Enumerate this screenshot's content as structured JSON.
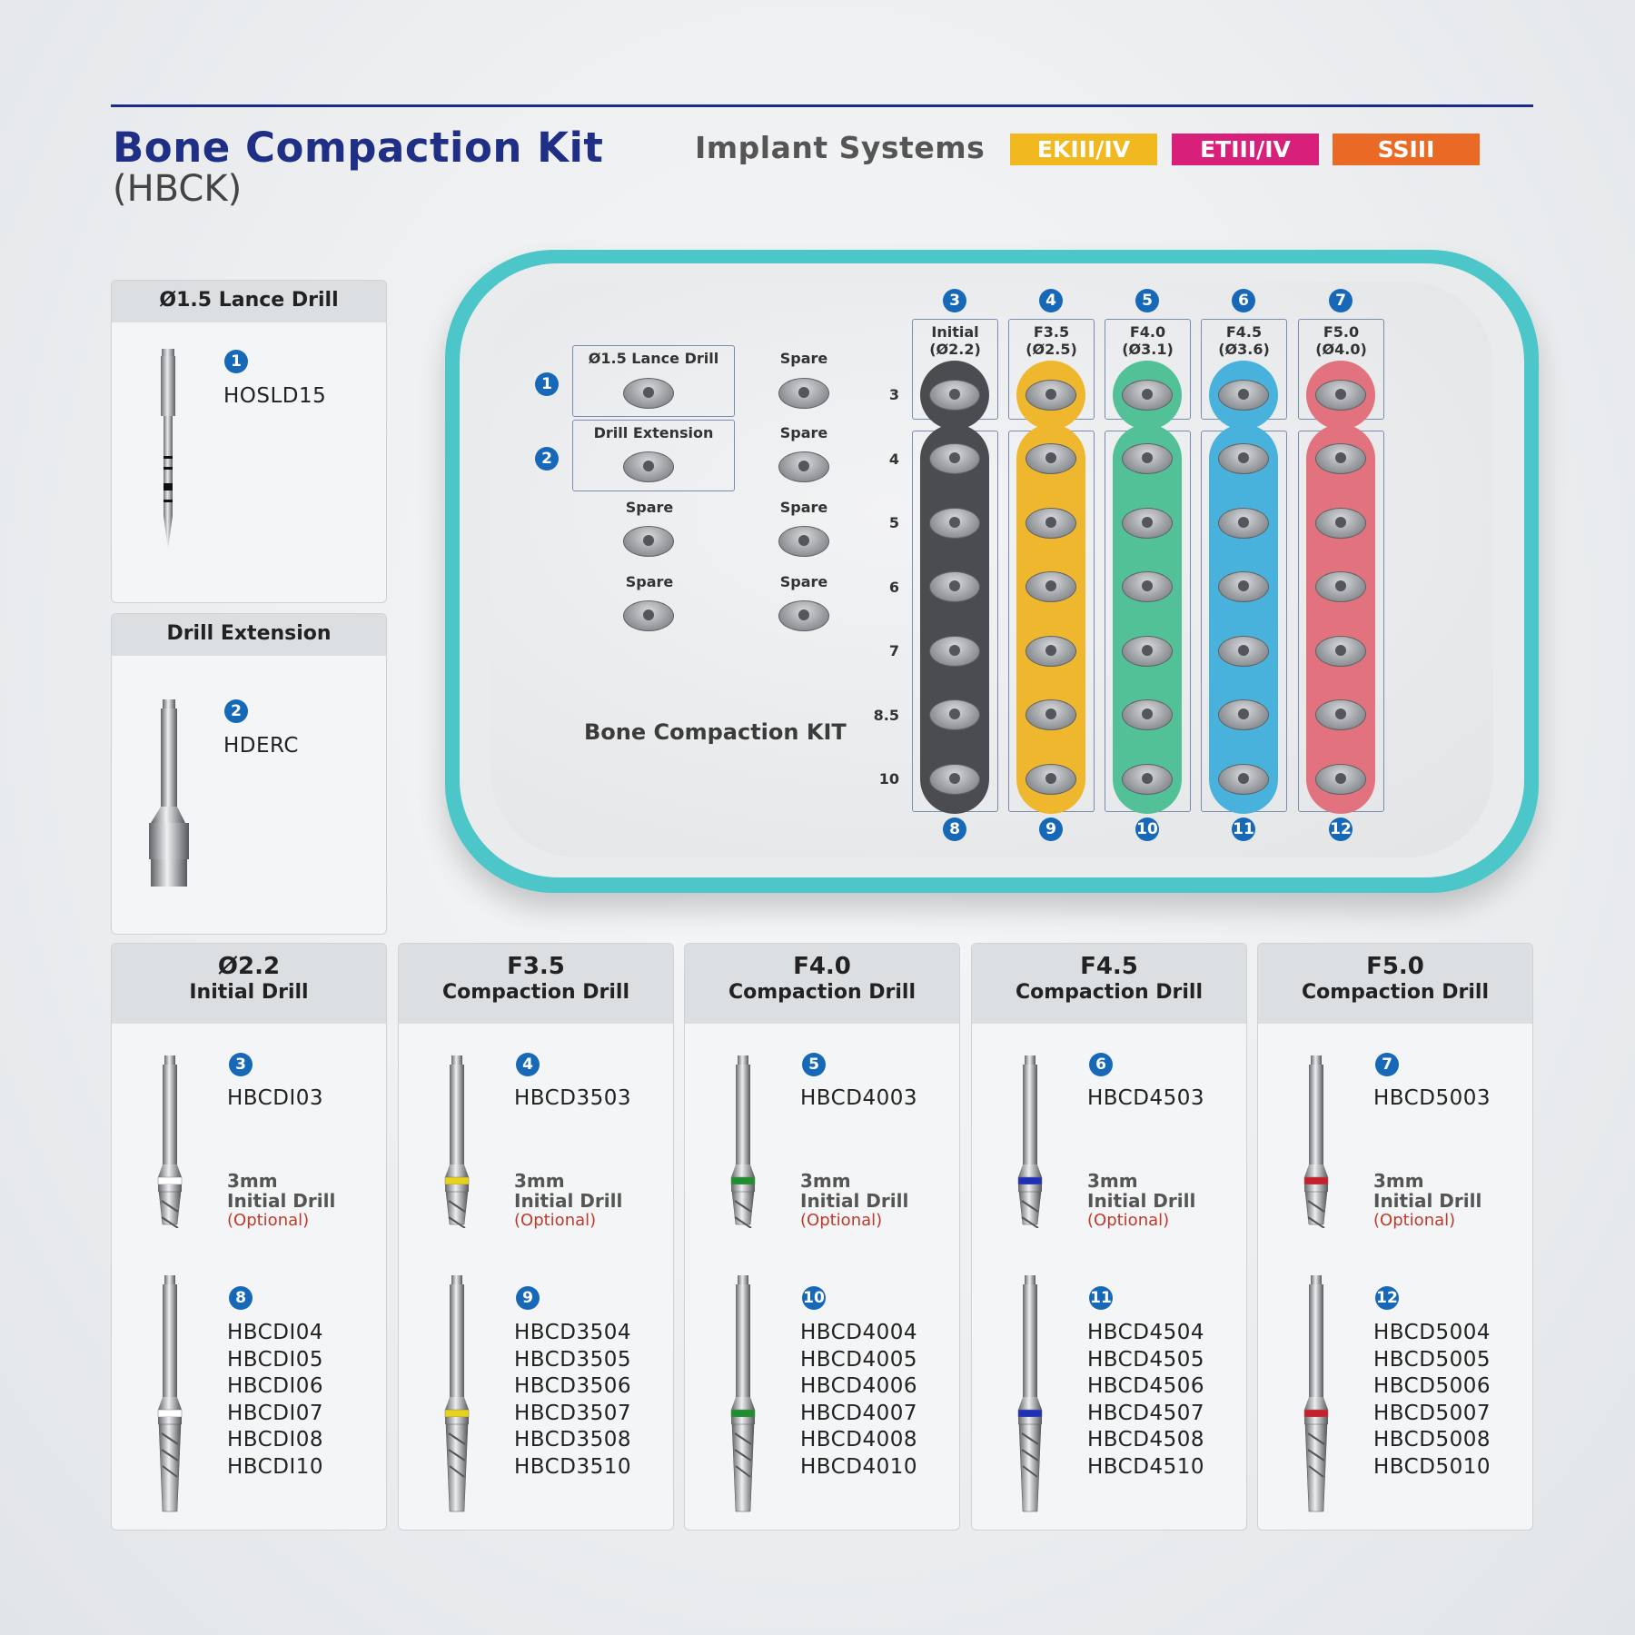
{
  "header": {
    "title": "Bone Compaction Kit",
    "subtitle": "(HBCK)",
    "implant_label": "Implant Systems",
    "systems": [
      {
        "label": "EKIII/IV",
        "color": "#f2b81f"
      },
      {
        "label": "ETIII/IV",
        "color": "#d81f7a"
      },
      {
        "label": "SSIII",
        "color": "#ea6a25"
      }
    ]
  },
  "lance": {
    "title": "Ø1.5 Lance Drill",
    "num": "1",
    "code": "HOSLD15"
  },
  "extension": {
    "title": "Drill Extension",
    "num": "2",
    "code": "HDERC"
  },
  "tray": {
    "left_slots": [
      {
        "label": "Ø1.5 Lance Drill",
        "num": "1"
      },
      {
        "label": "Drill Extension",
        "num": "2"
      }
    ],
    "spare_label": "Spare",
    "brand": "Bone Compaction KIT",
    "row_labels": [
      "3",
      "4",
      "5",
      "6",
      "7",
      "8.5",
      "10"
    ],
    "columns": [
      {
        "top_num": "3",
        "line1": "Initial",
        "line2": "(Ø2.2)",
        "bottom_num": "8",
        "color": "#4a4c50"
      },
      {
        "top_num": "4",
        "line1": "F3.5",
        "line2": "(Ø2.5)",
        "bottom_num": "9",
        "color": "#efb72e"
      },
      {
        "top_num": "5",
        "line1": "F4.0",
        "line2": "(Ø3.1)",
        "bottom_num": "10",
        "color": "#53c197"
      },
      {
        "top_num": "6",
        "line1": "F4.5",
        "line2": "(Ø3.6)",
        "bottom_num": "11",
        "color": "#48b2dc"
      },
      {
        "top_num": "7",
        "line1": "F5.0",
        "line2": "(Ø4.0)",
        "bottom_num": "12",
        "color": "#e2737e"
      }
    ]
  },
  "drills": [
    {
      "title": "Ø2.2",
      "subtitle": "Initial Drill",
      "num_a": "3",
      "code_a": "HBCDI03",
      "num_b": "8",
      "codes_b": [
        "HBCDI04",
        "HBCDI05",
        "HBCDI06",
        "HBCDI07",
        "HBCDI08",
        "HBCDI10"
      ],
      "band_color": "#ffffff"
    },
    {
      "title": "F3.5",
      "subtitle": "Compaction Drill",
      "num_a": "4",
      "code_a": "HBCD3503",
      "num_b": "9",
      "codes_b": [
        "HBCD3504",
        "HBCD3505",
        "HBCD3506",
        "HBCD3507",
        "HBCD3508",
        "HBCD3510"
      ],
      "band_color": "#e8d21a"
    },
    {
      "title": "F4.0",
      "subtitle": "Compaction Drill",
      "num_a": "5",
      "code_a": "HBCD4003",
      "num_b": "10",
      "codes_b": [
        "HBCD4004",
        "HBCD4005",
        "HBCD4006",
        "HBCD4007",
        "HBCD4008",
        "HBCD4010"
      ],
      "band_color": "#1f8f2e"
    },
    {
      "title": "F4.5",
      "subtitle": "Compaction Drill",
      "num_a": "6",
      "code_a": "HBCD4503",
      "num_b": "11",
      "codes_b": [
        "HBCD4504",
        "HBCD4505",
        "HBCD4506",
        "HBCD4507",
        "HBCD4508",
        "HBCD4510"
      ],
      "band_color": "#1f2fb8"
    },
    {
      "title": "F5.0",
      "subtitle": "Compaction Drill",
      "num_a": "7",
      "code_a": "HBCD5003",
      "num_b": "12",
      "codes_b": [
        "HBCD5004",
        "HBCD5005",
        "HBCD5006",
        "HBCD5007",
        "HBCD5008",
        "HBCD5010"
      ],
      "band_color": "#c8202a"
    }
  ],
  "optional": {
    "line1": "3mm",
    "line2": "Initial Drill",
    "line3": "(Optional)"
  }
}
